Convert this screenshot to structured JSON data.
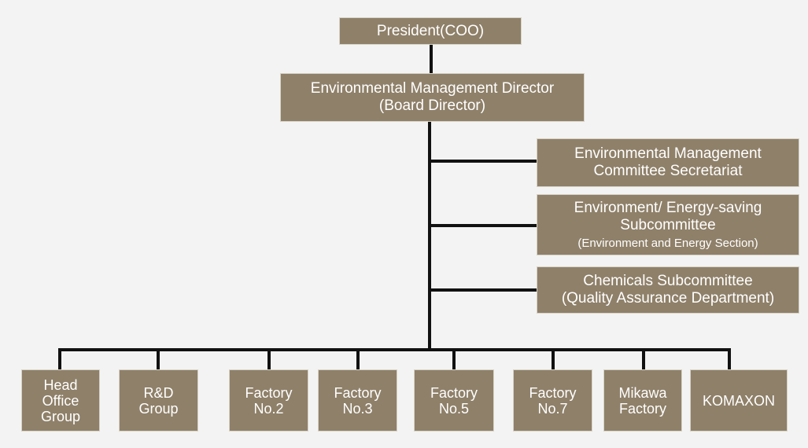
{
  "org_chart": {
    "president": "President(COO)",
    "director": {
      "line1": "Environmental Management Director",
      "line2": "(Board Director)"
    },
    "committees": [
      {
        "line1": "Environmental Management",
        "line2": "Committee Secretariat"
      },
      {
        "line1": "Environment/ Energy-saving",
        "line2": "Subcommittee",
        "note": "(Environment and Energy Section)"
      },
      {
        "line1": "Chemicals Subcommittee",
        "line2": "(Quality Assurance Department)"
      }
    ],
    "units": [
      {
        "lines": [
          "Head",
          "Office",
          "Group"
        ]
      },
      {
        "lines": [
          "R&D",
          "Group"
        ]
      },
      {
        "lines": [
          "Factory",
          "No.2"
        ]
      },
      {
        "lines": [
          "Factory",
          "No.3"
        ]
      },
      {
        "lines": [
          "Factory",
          "No.5"
        ]
      },
      {
        "lines": [
          "Factory",
          "No.7"
        ]
      },
      {
        "lines": [
          "Mikawa",
          "Factory"
        ]
      },
      {
        "lines": [
          "KOMAXON"
        ]
      }
    ]
  },
  "colors": {
    "box_fill": "#8f8069",
    "connector": "#111111",
    "background": "#f3f3f3",
    "text": "#ffffff"
  }
}
